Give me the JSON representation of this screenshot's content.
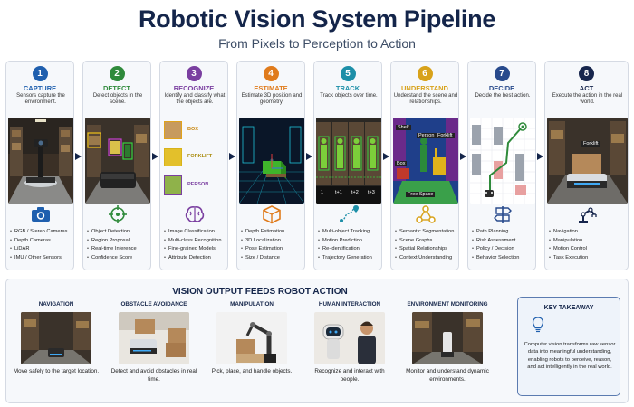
{
  "header": {
    "title": "Robotic Vision System Pipeline",
    "subtitle": "From Pixels to Perception to Action"
  },
  "colors": {
    "capture": "#1f5fae",
    "detect": "#2f8a3b",
    "recognize": "#7a3fa0",
    "estimate": "#e07b1c",
    "track": "#1d8fa8",
    "understand": "#d8a21a",
    "decide": "#284a8c",
    "act": "#17264d"
  },
  "stages": [
    {
      "num": "1",
      "title": "CAPTURE",
      "desc": "Sensors capture the environment.",
      "icon": "camera-icon",
      "items": [
        "RGB / Stereo Cameras",
        "Depth Cameras",
        "LiDAR",
        "IMU / Other Sensors"
      ]
    },
    {
      "num": "2",
      "title": "DETECT",
      "desc": "Detect objects in the scene.",
      "icon": "crosshair-icon",
      "items": [
        "Object Detection",
        "Region Proposal",
        "Real-time Inference",
        "Confidence Score"
      ]
    },
    {
      "num": "3",
      "title": "RECOGNIZE",
      "desc": "Identify and classify what the objects are.",
      "icon": "brain-icon",
      "items": [
        "Image Classification",
        "Multi-class Recognition",
        "Fine-grained Models",
        "Attribute Detection"
      ],
      "labels": [
        "BOX",
        "FORKLIFT",
        "PERSON"
      ]
    },
    {
      "num": "4",
      "title": "ESTIMATE",
      "desc": "Estimate 3D position and geometry.",
      "icon": "cube-icon",
      "items": [
        "Depth Estimation",
        "3D Localization",
        "Pose Estimation",
        "Size / Distance"
      ]
    },
    {
      "num": "5",
      "title": "TRACK",
      "desc": "Track objects over time.",
      "icon": "track-path-icon",
      "items": [
        "Multi-object Tracking",
        "Motion Prediction",
        "Re-identification",
        "Trajectory Generation"
      ],
      "frames": [
        "1",
        "t+1",
        "t+2",
        "t+3"
      ]
    },
    {
      "num": "6",
      "title": "UNDERSTAND",
      "desc": "Understand the scene and relationships.",
      "icon": "scene-graph-icon",
      "items": [
        "Semantic Segmentation",
        "Scene Graphs",
        "Spatial Relationships",
        "Context Understanding"
      ],
      "labels": [
        "Shelf",
        "Person",
        "Forklift",
        "Box",
        "Free Space"
      ]
    },
    {
      "num": "7",
      "title": "DECIDE",
      "desc": "Decide the best action.",
      "icon": "signpost-icon",
      "items": [
        "Path Planning",
        "Risk Assessment",
        "Policy / Decision",
        "Behavior Selection"
      ]
    },
    {
      "num": "8",
      "title": "ACT",
      "desc": "Execute the action in the real world.",
      "icon": "robot-arm-icon",
      "items": [
        "Navigation",
        "Manipulation",
        "Motion Control",
        "Task Execution"
      ],
      "labels": [
        "Forklift"
      ]
    }
  ],
  "bottom": {
    "title": "VISION OUTPUT FEEDS ROBOT ACTION",
    "uses": [
      {
        "title": "NAVIGATION",
        "desc": "Move safely to the target location."
      },
      {
        "title": "OBSTACLE AVOIDANCE",
        "desc": "Detect and avoid obstacles in real time."
      },
      {
        "title": "MANIPULATION",
        "desc": "Pick, place, and handle objects."
      },
      {
        "title": "HUMAN INTERACTION",
        "desc": "Recognize and interact with people."
      },
      {
        "title": "ENVIRONMENT MONITORING",
        "desc": "Monitor and understand dynamic environments."
      }
    ],
    "takeaway": {
      "title": "KEY TAKEAWAY",
      "text": "Computer vision transforms raw sensor data into meaningful understanding, enabling robots to perceive, reason, and act intelligently in the real world.",
      "icon": "lightbulb-icon"
    }
  }
}
